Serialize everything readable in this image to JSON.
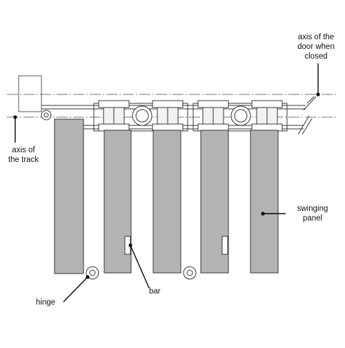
{
  "labels": {
    "door_axis_line1": "axis of the",
    "door_axis_line2": "door when",
    "door_axis_line3": "closed",
    "track_axis_line1": "axis of",
    "track_axis_line2": "the track",
    "swinging_panel_line1": "swinging",
    "swinging_panel_line2": "panel",
    "bar": "bar",
    "hinge": "hinge"
  },
  "colors": {
    "panel_fill": "#b3b3b3",
    "stroke": "#333333",
    "leader": "#000000",
    "background": "#ffffff"
  }
}
